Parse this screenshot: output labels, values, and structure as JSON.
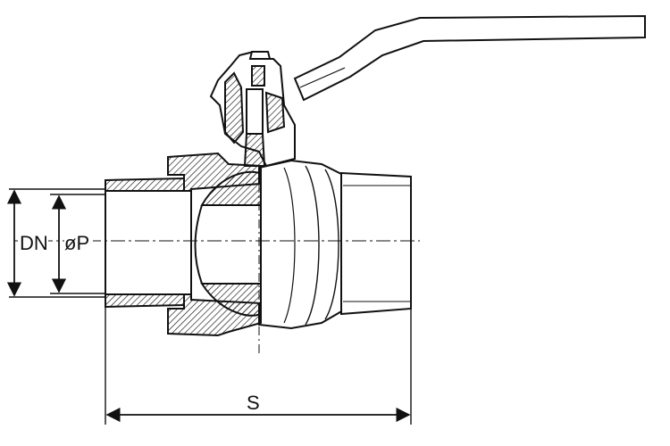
{
  "drawing": {
    "dimensions": {
      "outer_diameter": "DN",
      "inner_diameter": "øP",
      "length": "S"
    }
  }
}
